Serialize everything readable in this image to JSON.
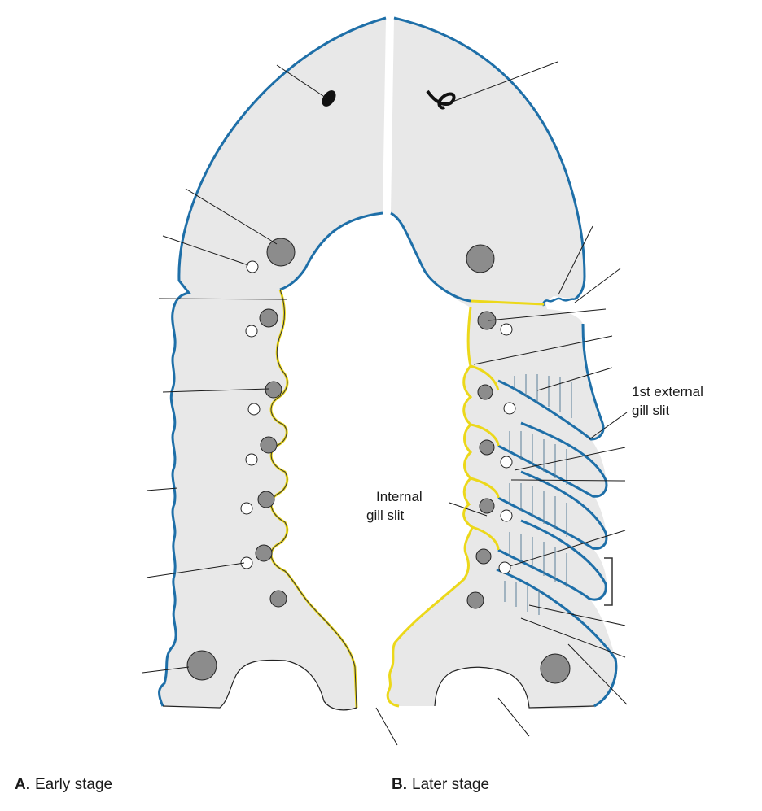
{
  "labels": {
    "first_external_gill_slit_line1": "1st external",
    "first_external_gill_slit_line2": "gill slit",
    "internal_gill_slit_line1": "Internal",
    "internal_gill_slit_line2": "gill slit"
  },
  "captions": {
    "a_letter": "A.",
    "a_text": "Early stage",
    "b_letter": "B.",
    "b_text": "Later stage"
  },
  "colors": {
    "tissue_fill": "#e8e8e8",
    "ectoderm_outline": "#1e6fa8",
    "endoderm_outline": "#ecd81a",
    "structure_dot": "#8c8c8c",
    "pointer_line": "#1a1a1a"
  }
}
